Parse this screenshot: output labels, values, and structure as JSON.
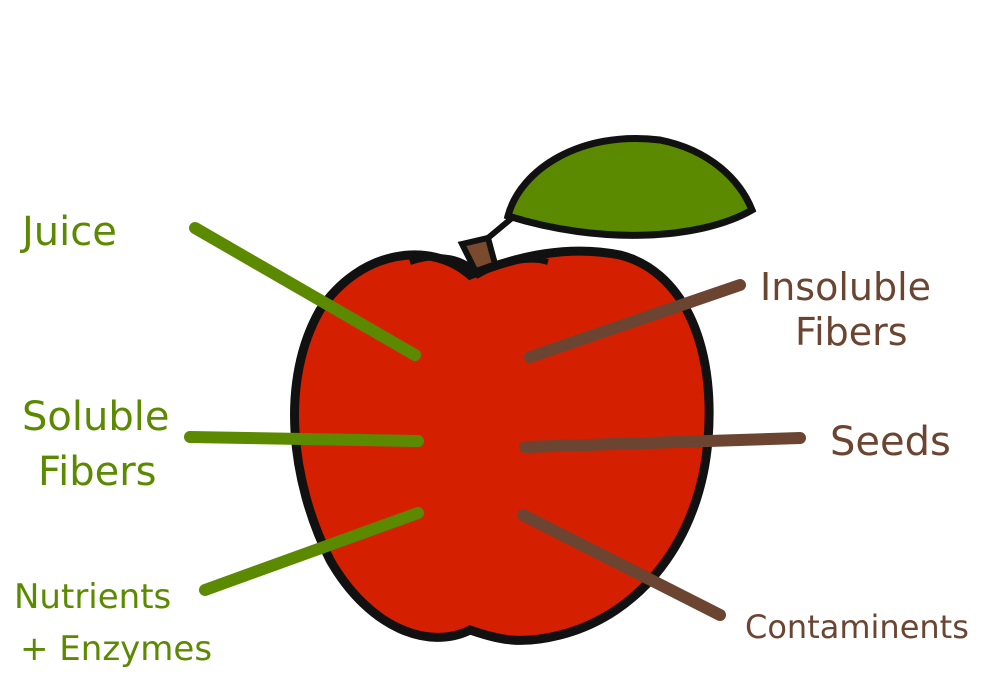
{
  "colors": {
    "apple": "#d42000",
    "apple_outline": "#111111",
    "leaf": "#5b8a00",
    "stem": "#7a4a2e",
    "green_label": "#5b8a00",
    "brown_label": "#6b4532"
  },
  "labels_left": [
    {
      "lines": [
        "Juice"
      ]
    },
    {
      "lines": [
        "Soluble",
        "Fibers"
      ]
    },
    {
      "lines": [
        "Nutrients",
        "+ Enzymes"
      ]
    }
  ],
  "labels_right": [
    {
      "lines": [
        "Insoluble",
        "Fibers"
      ]
    },
    {
      "lines": [
        "Seeds"
      ]
    },
    {
      "lines": [
        "Contaminents"
      ]
    }
  ]
}
